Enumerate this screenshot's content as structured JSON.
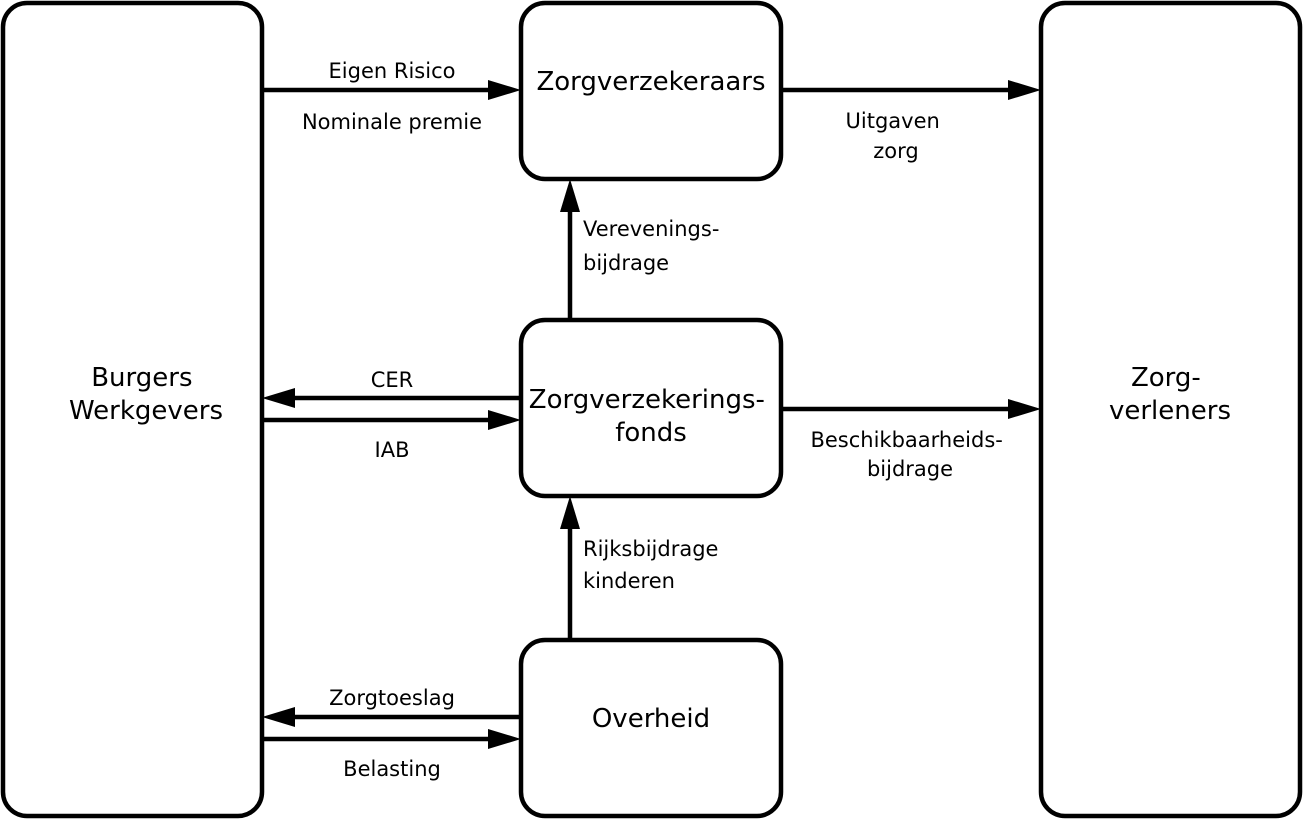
{
  "nodes": {
    "burgers": {
      "lines": [
        "Burgers",
        "Werkgevers"
      ]
    },
    "zorgverzekeraars": {
      "lines": [
        "Zorgverzekeraars"
      ]
    },
    "fonds": {
      "lines": [
        "Zorgverzekerings-",
        "fonds"
      ]
    },
    "overheid": {
      "lines": [
        "Overheid"
      ]
    },
    "zorgverleners": {
      "lines": [
        "Zorg-",
        "verleners"
      ]
    }
  },
  "edges": {
    "eigen_risico": "Eigen Risico",
    "nominale_premie": "Nominale premie",
    "uitgaven_zorg": [
      "Uitgaven",
      "zorg"
    ],
    "vereveningsbijdrage": [
      "Verevenings-",
      "bijdrage"
    ],
    "cer": "CER",
    "iab": "IAB",
    "beschikbaarheidsbijdrage": [
      "Beschikbaarheids-",
      "bijdrage"
    ],
    "rijksbijdrage_kinderen": [
      "Rijksbijdrage",
      "kinderen"
    ],
    "zorgtoeslag": "Zorgtoeslag",
    "belasting": "Belasting"
  }
}
